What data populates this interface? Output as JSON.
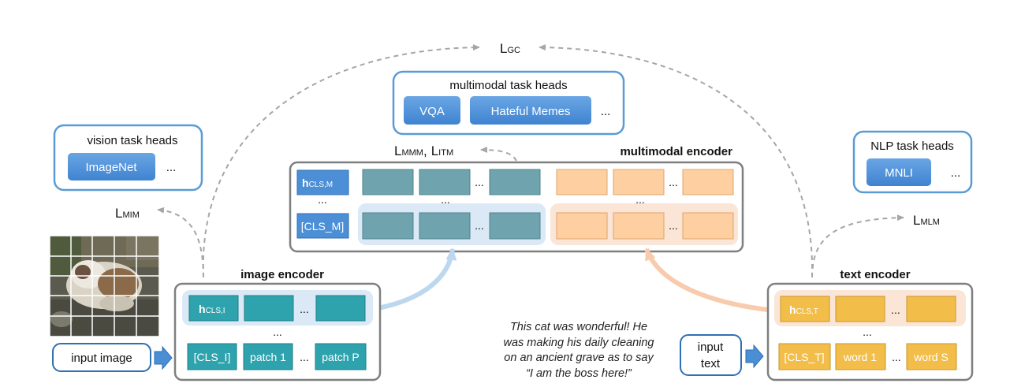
{
  "losses": {
    "gc": "L",
    "gc_sub": "GC",
    "mim": "L",
    "mim_sub": "MIM",
    "mlm": "L",
    "mlm_sub": "MLM",
    "mmm": "L",
    "mmm_sub": "MMM",
    "sep": ",",
    "itm": "L",
    "itm_sub": "ITM"
  },
  "multimodal_heads": {
    "title": "multimodal task heads",
    "items": [
      "VQA",
      "Hateful Memes"
    ],
    "ellipsis": "..."
  },
  "vision_heads": {
    "title": "vision task heads",
    "items": [
      "ImageNet"
    ],
    "ellipsis": "..."
  },
  "nlp_heads": {
    "title": "NLP task heads",
    "items": [
      "MNLI"
    ],
    "ellipsis": "..."
  },
  "multimodal_encoder": {
    "title": "multimodal encoder",
    "cls_h": "h",
    "cls_h_sub": "CLS,M",
    "cls_token": "[CLS_M]",
    "dots": "...",
    "colors": {
      "vision": "#6fa3ad",
      "text": "#fdcfa1",
      "vision_bg": "#dbe9f6",
      "text_bg": "#fbe5d6",
      "cls": "#4c8fd6"
    }
  },
  "image_encoder": {
    "title": "image encoder",
    "cls_h": "h",
    "cls_h_sub": "CLS,I",
    "tokens": [
      "[CLS_I]",
      "patch 1",
      "patch P"
    ],
    "dots": "...",
    "color": "#2ea3ad"
  },
  "text_encoder": {
    "title": "text encoder",
    "cls_h": "h",
    "cls_h_sub": "CLS,T",
    "tokens": [
      "[CLS_T]",
      "word 1",
      "word S"
    ],
    "dots": "...",
    "color": "#f2bd48"
  },
  "inputs": {
    "image_label": "input image",
    "text_label_1": "input",
    "text_label_2": "text"
  },
  "caption_lines": [
    "This cat was wonderful! He",
    "was making his daily cleaning",
    "on an ancient grave as to say",
    "“I am the boss here!”"
  ],
  "colors": {
    "head_border": "#5b9bd5",
    "button": "#4a8ed6",
    "encoder_border": "#7f7f7f",
    "arrow_gray": "#a6a6a6",
    "arrow_blue": "#bdd7ee",
    "arrow_orange": "#f8cbad"
  }
}
